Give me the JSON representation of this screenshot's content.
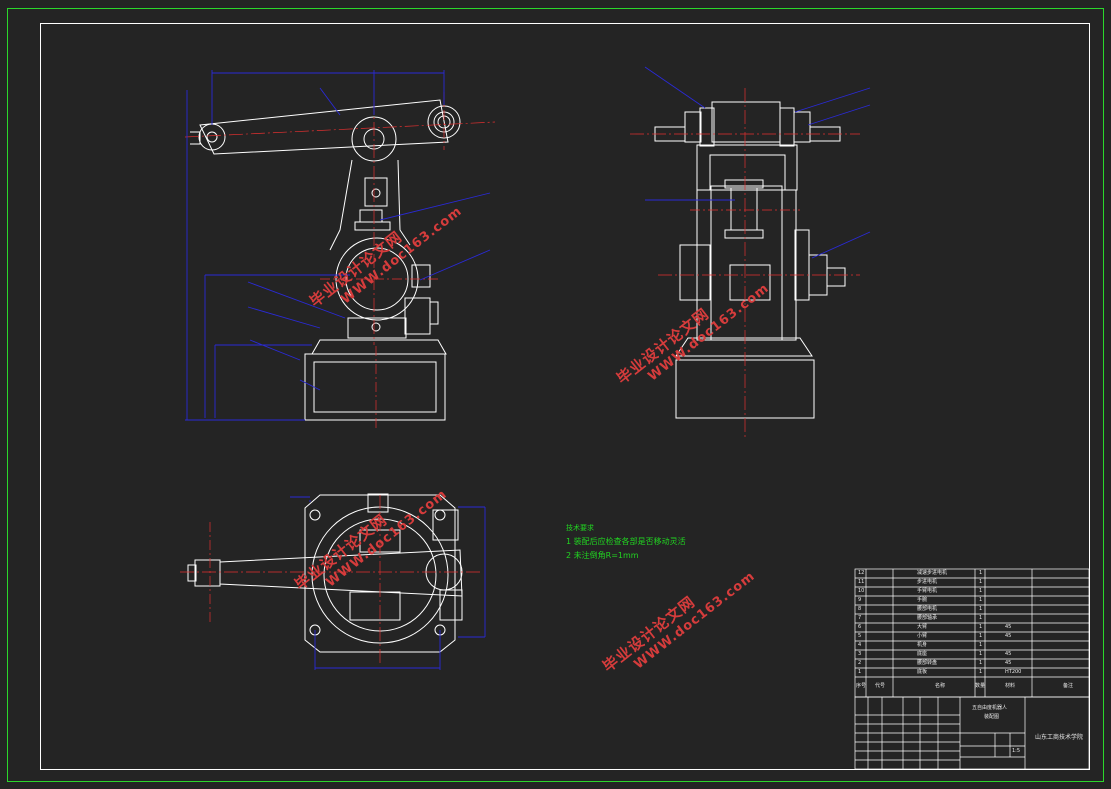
{
  "drawing": {
    "colors": {
      "background": "#242424",
      "frame": "#2bd62b",
      "border": "#ffffff",
      "part_lines": "#ffffff",
      "center_lines": "#e23030",
      "dimension_lines": "#2a2ad6",
      "notes_text": "#21d421",
      "watermark": "#d63c3c"
    }
  },
  "notes": {
    "title": "技术要求",
    "items": [
      "1 装配后应检查各部是否移动灵活",
      "2 未注倒角R=1mm"
    ]
  },
  "watermarks": [
    {
      "text": "毕业设计论文网",
      "url": "WWW.doc163.com"
    },
    {
      "text": "毕业设计论文网",
      "url": "WWW.doc163.com"
    },
    {
      "text": "毕业设计论文网",
      "url": "WWW.doc163.com"
    },
    {
      "text": "毕业设计论文网",
      "url": "WWW.doc163.com"
    }
  ],
  "parts_list": {
    "rows": [
      {
        "no": "12",
        "name": "减速步进电机",
        "qty": "1",
        "material": ""
      },
      {
        "no": "11",
        "name": "步进电机",
        "qty": "1",
        "material": ""
      },
      {
        "no": "10",
        "name": "手臂电机",
        "qty": "1",
        "material": ""
      },
      {
        "no": "9",
        "name": "手腕",
        "qty": "1",
        "material": ""
      },
      {
        "no": "8",
        "name": "腰部电机",
        "qty": "1",
        "material": ""
      },
      {
        "no": "7",
        "name": "腰部轴承",
        "qty": "1",
        "material": ""
      },
      {
        "no": "6",
        "name": "大臂",
        "qty": "1",
        "material": "45"
      },
      {
        "no": "5",
        "name": "小臂",
        "qty": "1",
        "material": "45"
      },
      {
        "no": "4",
        "name": "机身",
        "qty": "1",
        "material": ""
      },
      {
        "no": "3",
        "name": "底座",
        "qty": "1",
        "material": "45"
      },
      {
        "no": "2",
        "name": "腰部转盘",
        "qty": "1",
        "material": "45"
      },
      {
        "no": "1",
        "name": "底板",
        "qty": "1",
        "material": "HT200"
      }
    ],
    "header": {
      "no": "序号",
      "code": "代号",
      "name": "名称",
      "qty": "数量",
      "material": "材料",
      "remark": "备注"
    }
  },
  "title_block": {
    "drawing_name_line1": "五自由度机器人",
    "drawing_name_line2": "装配图",
    "school": "山东工商技术学院",
    "scale": "1:5"
  }
}
